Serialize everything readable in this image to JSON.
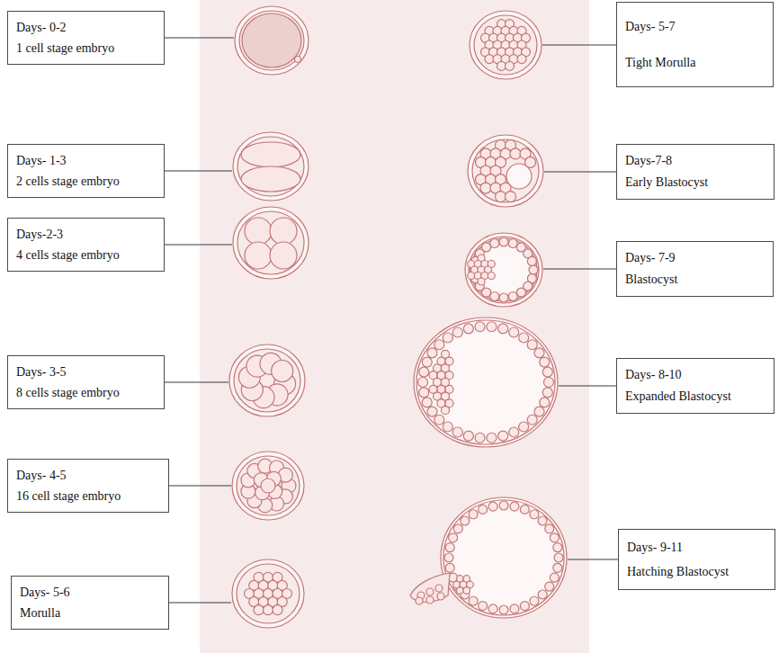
{
  "diagram": {
    "nodes": [
      {
        "text": [
          "Days- 0-2",
          "1 cell stage embryo"
        ]
      },
      {
        "text": [
          "Days- 1-3",
          "2 cells stage embryo"
        ]
      },
      {
        "text": [
          "Days-2-3",
          "4 cells stage embryo"
        ]
      },
      {
        "text": [
          "Days- 3-5",
          "8 cells stage embryo"
        ]
      },
      {
        "text": [
          "Days- 4-5",
          "16 cell stage embryo"
        ]
      },
      {
        "text": [
          "Days- 5-6",
          "Morulla"
        ]
      },
      {
        "text": [
          "Days- 5-7",
          "Tight Morulla"
        ]
      },
      {
        "text": [
          "Days-7-8",
          "Early Blastocyst"
        ]
      },
      {
        "text": [
          "Days- 7-9",
          "Blastocyst"
        ]
      },
      {
        "text": [
          "Days- 8-10",
          "Expanded Blastocyst"
        ]
      },
      {
        "text": [
          "Days- 9-11",
          "Hatching Blastocyst"
        ]
      }
    ]
  }
}
